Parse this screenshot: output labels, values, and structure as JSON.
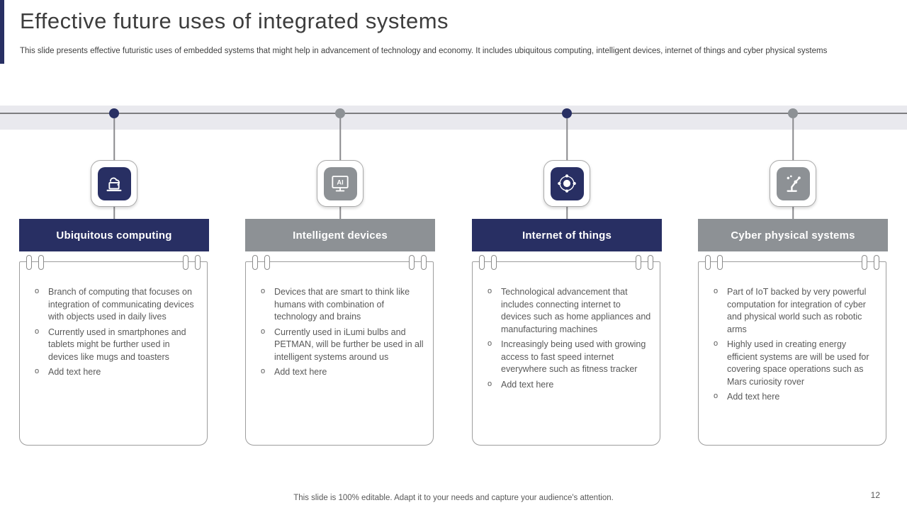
{
  "slide": {
    "title": "Effective future uses of integrated systems",
    "subtitle": "This slide presents effective futuristic uses of embedded systems that might help in advancement of technology and economy. It includes ubiquitous computing, intelligent devices, internet of things and cyber physical systems",
    "footer": "This slide is 100% editable. Adapt it to your needs and capture your audience's attention.",
    "page_number": "12"
  },
  "colors": {
    "navy": "#282f63",
    "gray": "#8d9195",
    "timeline_band": "#e9e9ee",
    "timeline_line": "#7d7d80",
    "body_text": "#595959",
    "title_text": "#3d3d3d"
  },
  "columns": [
    {
      "label": "Ubiquitous computing",
      "theme": "navy",
      "icon": "cloud-computing-icon",
      "bullets": [
        "Branch of computing that focuses on integration of communicating devices with objects used in daily lives",
        "Currently used in smartphones and tablets might be further used in devices like mugs and toasters",
        "Add text here"
      ]
    },
    {
      "label": "Intelligent devices",
      "theme": "gray",
      "icon": "smart-device-icon",
      "bullets": [
        "Devices that are smart to think like humans with combination of technology and brains",
        "Currently used in iLumi bulbs and PETMAN,  will be further be used in all intelligent systems around us",
        "Add text here"
      ]
    },
    {
      "label": "Internet of things",
      "theme": "navy",
      "icon": "iot-network-icon",
      "bullets": [
        "Technological advancement that includes connecting internet to devices such as home appliances and manufacturing machines",
        "Increasingly being used with growing access to fast speed internet everywhere such as fitness tracker",
        "Add text here"
      ]
    },
    {
      "label": "Cyber physical systems",
      "theme": "gray",
      "icon": "robotic-arm-icon",
      "bullets": [
        "Part of IoT backed by very powerful computation for integration of cyber and physical world such as robotic arms",
        "Highly used in creating energy efficient systems are will be used for covering space operations such as Mars curiosity rover",
        "Add text here"
      ]
    }
  ]
}
